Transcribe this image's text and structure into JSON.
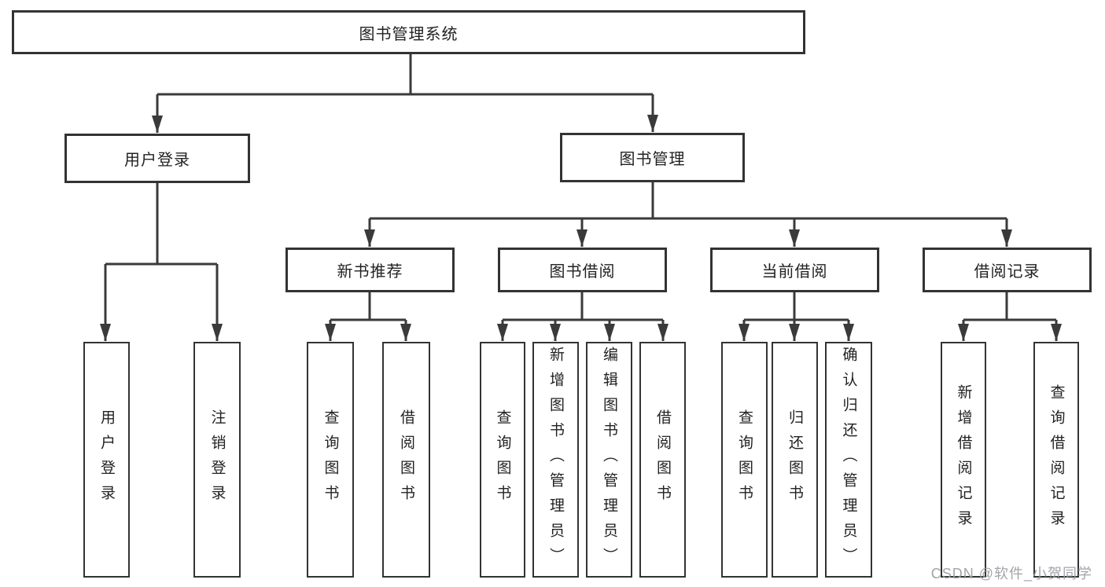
{
  "tree": {
    "root": "图书管理系统",
    "children": [
      {
        "label": "用户登录",
        "children": [
          {
            "label": "用户登录"
          },
          {
            "label": "注销登录"
          }
        ]
      },
      {
        "label": "图书管理",
        "children": [
          {
            "label": "新书推荐",
            "children": [
              {
                "label": "查询图书"
              },
              {
                "label": "借阅图书"
              }
            ]
          },
          {
            "label": "图书借阅",
            "children": [
              {
                "label": "查询图书"
              },
              {
                "label": "新增图书（管理员）"
              },
              {
                "label": "编辑图书（管理员）"
              },
              {
                "label": "借阅图书"
              }
            ]
          },
          {
            "label": "当前借阅",
            "children": [
              {
                "label": "查询图书"
              },
              {
                "label": "归还图书"
              },
              {
                "label": "确认归还（管理员）"
              }
            ]
          },
          {
            "label": "借阅记录",
            "children": [
              {
                "label": "新增借阅记录"
              },
              {
                "label": "查询借阅记录"
              }
            ]
          }
        ]
      }
    ]
  },
  "watermark": {
    "text": "CSDN @软件_小贺同学"
  },
  "colors": {
    "box_border": "#333333",
    "connector_line": "#3a3a3a",
    "text": "#222222",
    "watermark": "#9e9ea4",
    "background": "#ffffff"
  }
}
